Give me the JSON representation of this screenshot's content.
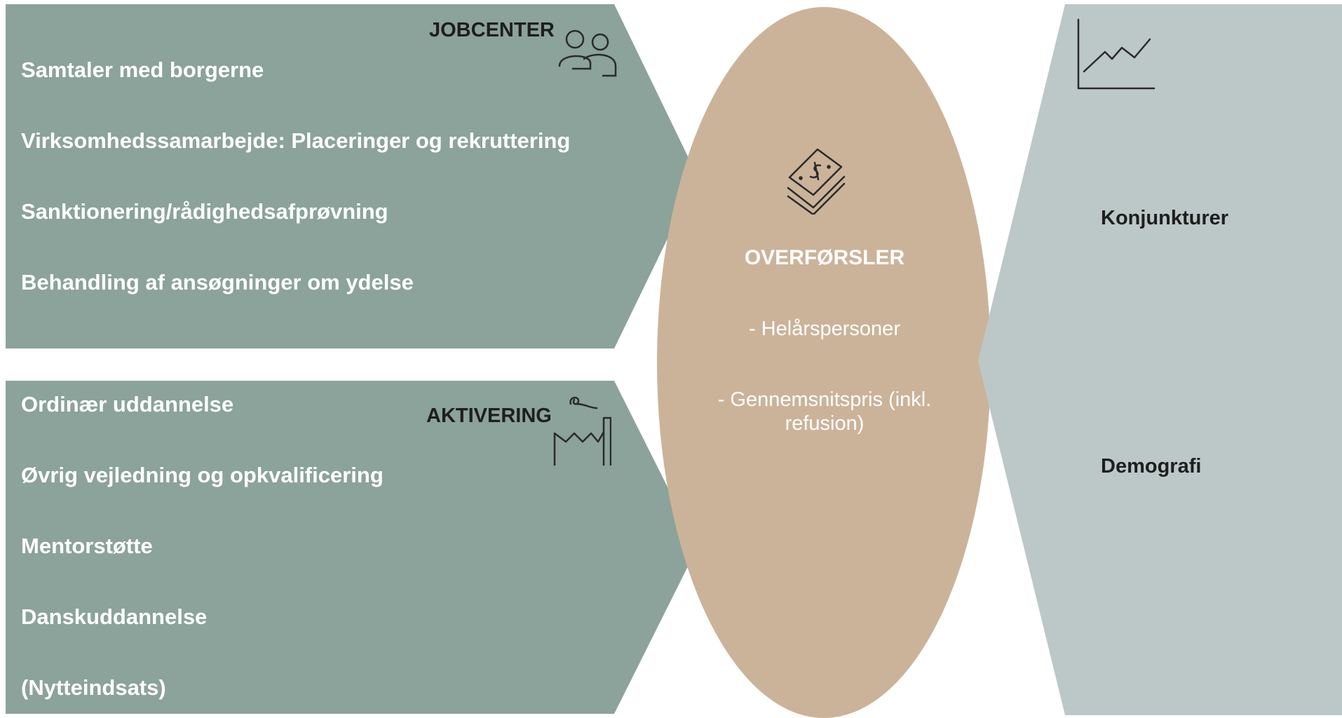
{
  "colors": {
    "green_shape": "#8ba39a",
    "tan_ellipse": "#cbb399",
    "gray_shape": "#bcc8c7",
    "white_text": "#ffffff",
    "dark_text": "#1e1e1e",
    "icon_stroke": "#2a2a2a"
  },
  "jobcenter": {
    "title": "JOBCENTER",
    "icon": "people-icon",
    "items": [
      "Samtaler med borgerne",
      "Virksomhedssamarbejde: Placeringer og rekruttering",
      "Sanktionering/rådighedsafprøvning",
      "Behandling af ansøgninger om ydelse"
    ]
  },
  "aktivering": {
    "title": "AKTIVERING",
    "icon": "factory-icon",
    "items": [
      "Ordinær uddannelse",
      "Øvrig vejledning og opkvalificering",
      "Mentorstøtte",
      "Danskuddannelse",
      "(Nytteindsats)"
    ]
  },
  "overfoersler": {
    "title": "OVERFØRSLER",
    "icon": "money-icon",
    "items": [
      "- Helårspersoner",
      "- Gennemsnitspris (inkl. refusion)"
    ]
  },
  "drivers": {
    "icon": "line-chart-icon",
    "items": [
      "Konjunkturer",
      "Demografi"
    ]
  }
}
